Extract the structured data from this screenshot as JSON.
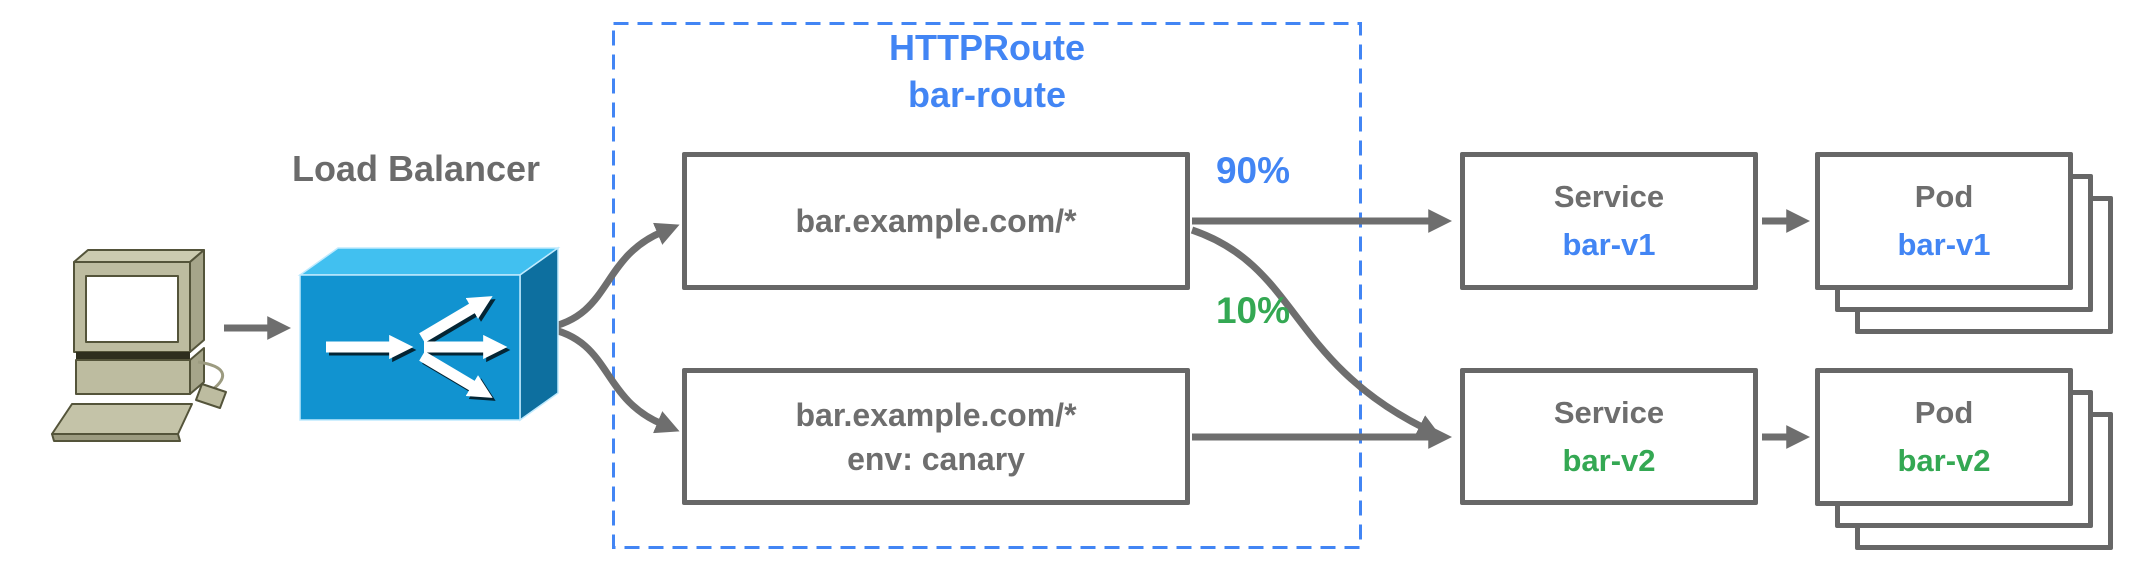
{
  "diagram": {
    "client": {
      "icon": "desktop-computer-icon"
    },
    "load_balancer": {
      "label": "Load Balancer",
      "icon": "load-balancer-icon"
    },
    "httproute": {
      "kind": "HTTPRoute",
      "name": "bar-route",
      "rules": [
        {
          "match": "bar.example.com/*",
          "weight": "90%"
        },
        {
          "match": "bar.example.com/*",
          "header": "env: canary",
          "weight": "10%"
        }
      ]
    },
    "services": [
      {
        "kind": "Service",
        "name": "bar-v1"
      },
      {
        "kind": "Service",
        "name": "bar-v2"
      }
    ],
    "pods": [
      {
        "kind": "Pod",
        "name": "bar-v1"
      },
      {
        "kind": "Pod",
        "name": "bar-v2"
      }
    ],
    "colors": {
      "accent_blue": "#4285f4",
      "accent_green": "#34a853",
      "text_gray": "#6e6e6e",
      "box_border_gray": "#676767",
      "lb_top": "#41c0f0",
      "lb_front": "#1193d0",
      "lb_side": "#0d6f9f",
      "client_beige": "#bdbca0"
    }
  }
}
